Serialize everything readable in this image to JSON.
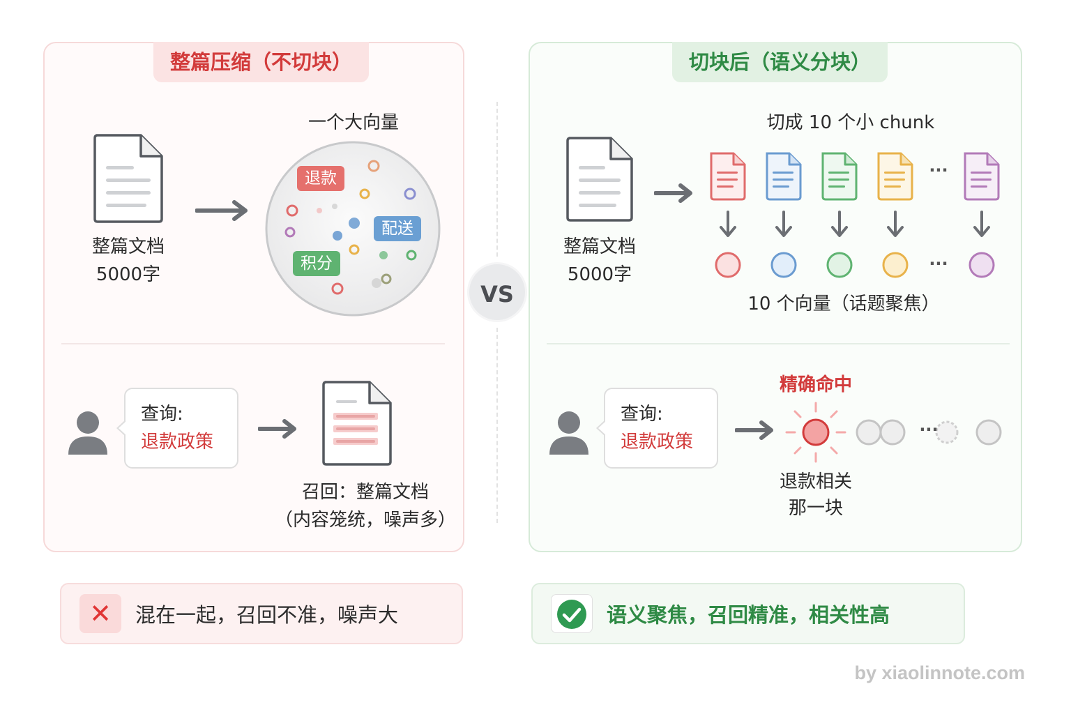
{
  "left": {
    "title": "整篇压缩（不切块）",
    "doc_line1": "整篇文档",
    "doc_line2": "5000字",
    "vector_caption": "一个大向量",
    "tags": [
      "退款",
      "配送",
      "积分"
    ],
    "query_prefix": "查询:",
    "query_text": "退款政策",
    "recall_line1": "召回：整篇文档",
    "recall_line2": "（内容笼统，噪声多）"
  },
  "right": {
    "title": "切块后（语义分块）",
    "doc_line1": "整篇文档",
    "doc_line2": "5000字",
    "chunk_caption": "切成 10 个小 chunk",
    "ellipsis": "···",
    "vectors_caption": "10 个向量（话题聚焦）",
    "hit_label": "精确命中",
    "query_prefix": "查询:",
    "query_text": "退款政策",
    "hit_line1": "退款相关",
    "hit_line2": "那一块"
  },
  "vs": "VS",
  "bottom": {
    "bad_icon": "✕",
    "bad_text": "混在一起，召回不准，噪声大",
    "good_text": "语义聚焦，召回精准，相关性高"
  },
  "watermark": "by xiaolinnote.com",
  "colors": {
    "red": "#d23b3b",
    "green": "#2f8a45",
    "chunk_colors": [
      "#e06b6b",
      "#6a9bd0",
      "#5fb371",
      "#e8b24a",
      "#b27ab8"
    ]
  }
}
